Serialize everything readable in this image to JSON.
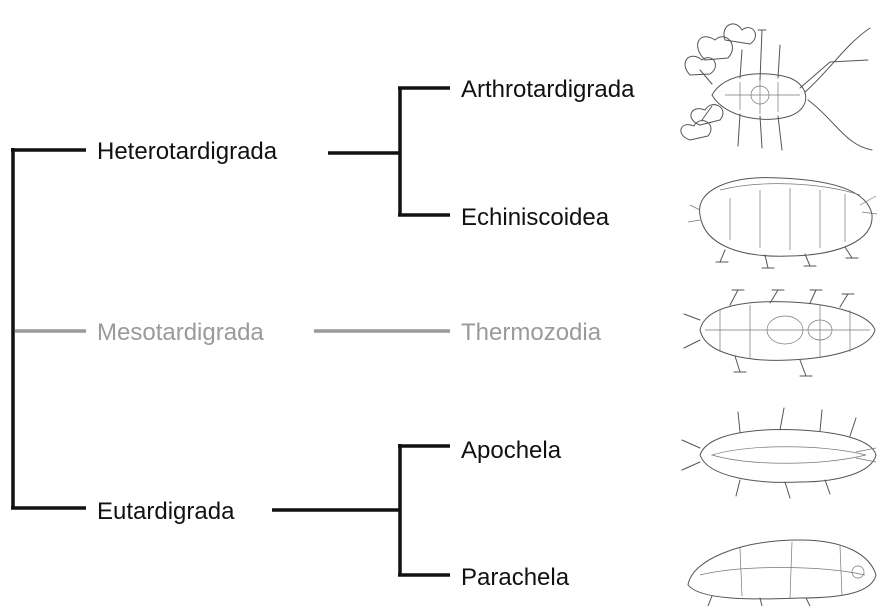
{
  "colors": {
    "main_line": "#111111",
    "muted_line": "#9a9a9a",
    "main_text": "#111111",
    "muted_text": "#9a9a9a"
  },
  "tree": {
    "classes": [
      {
        "label": "Heterotardigrada",
        "muted": false
      },
      {
        "label": "Mesotardigrada",
        "muted": true
      },
      {
        "label": "Eutardigrada",
        "muted": false
      }
    ],
    "orders": [
      {
        "label": "Arthrotardigrada",
        "muted": false,
        "illustration": "arthrotardigrade-drawing"
      },
      {
        "label": "Echiniscoidea",
        "muted": false,
        "illustration": "echiniscoid-drawing"
      },
      {
        "label": "Thermozodia",
        "muted": true,
        "illustration": "thermozodia-drawing"
      },
      {
        "label": "Apochela",
        "muted": false,
        "illustration": "apochela-drawing"
      },
      {
        "label": "Parachela",
        "muted": false,
        "illustration": "parachela-drawing"
      }
    ]
  }
}
